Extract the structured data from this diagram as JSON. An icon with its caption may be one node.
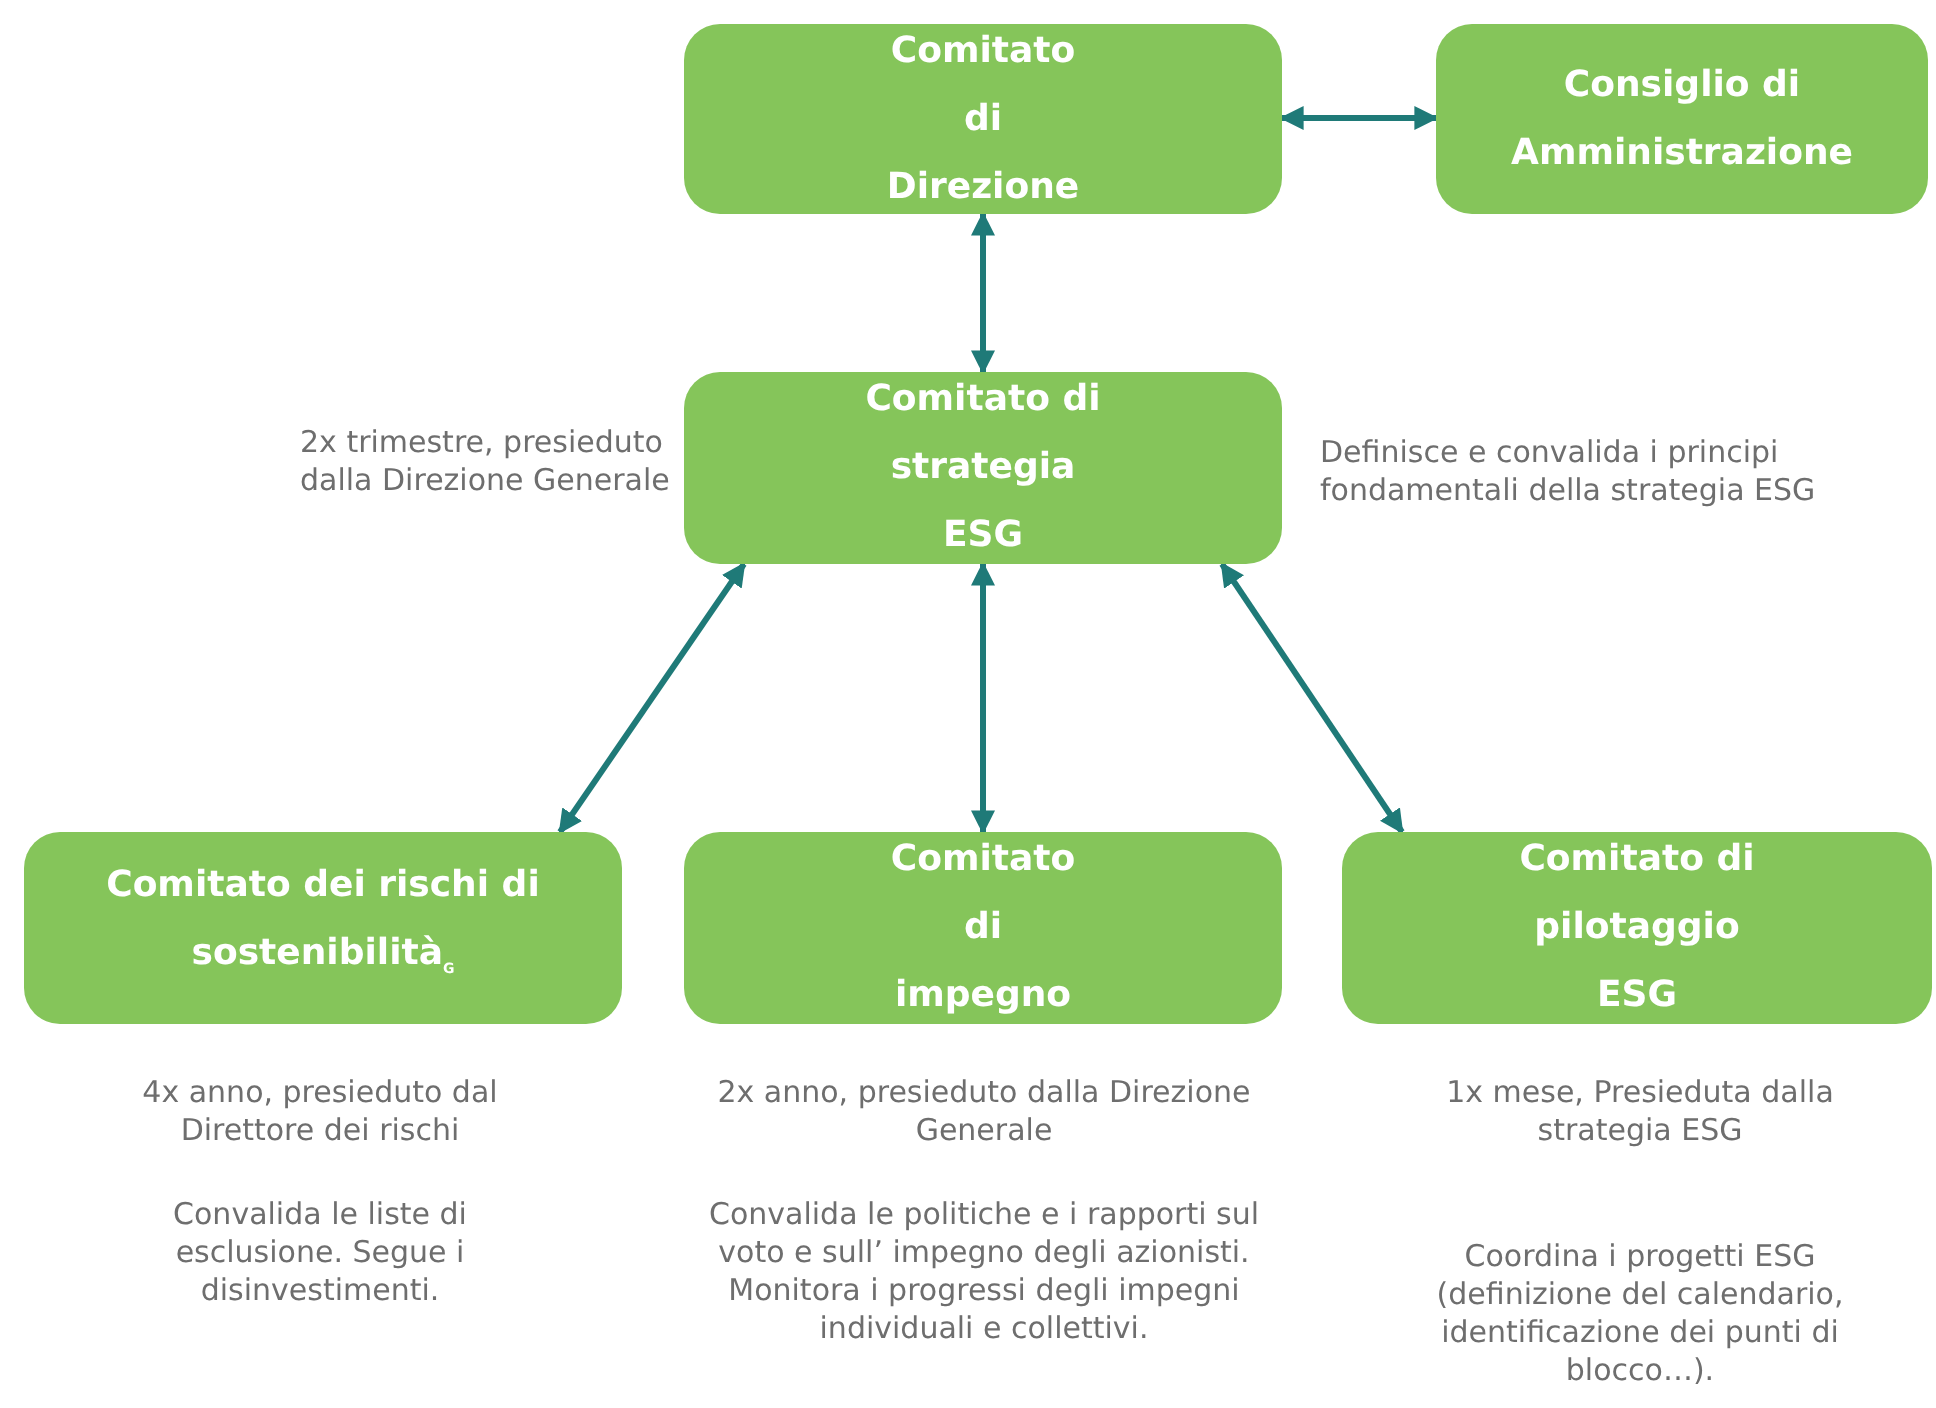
{
  "diagram": {
    "nodes": [
      {
        "text": [
          "Comitato di Direzione"
        ]
      },
      {
        "text": [
          "Consiglio di Amministrazione"
        ]
      },
      {
        "text": [
          "Comitato di strategia ESG"
        ],
        "beside": [
          "2x trimestre, presieduto dalla Direzione Generale",
          "Definisce e convalida i principi fondamentali della strategia ESG"
        ]
      },
      {
        "text": [
          "Comitato dei rischi di sostenibilità$_{G}$"
        ],
        "beside": [
          "4x anno, presieduto dal Direttore dei rischi",
          "Convalida le liste di esclusione. Segue i disinvestimenti."
        ]
      },
      {
        "text": [
          "Comitato di impegno"
        ],
        "beside": [
          "2x anno, presieduto dalla Direzione Generale",
          "Convalida le politiche e i rapporti sul voto e sull’ impegno degli azionisti. Monitora i progressi degli impegni individuali e collettivi."
        ]
      },
      {
        "text": [
          "Comitato di pilotaggio ESG"
        ],
        "beside": [
          "1x mese, Presieduta dalla strategia ESG",
          "Coordina i progetti ESG (definizione del calendario, identificazione dei punti di blocco…)."
        ]
      }
    ],
    "edges": [
      {
        "from": 0,
        "to": 1,
        "arrow": "both"
      },
      {
        "from": 0,
        "to": 2,
        "arrow": "both"
      },
      {
        "from": 2,
        "to": 3,
        "arrow": "both"
      },
      {
        "from": 2,
        "to": 4,
        "arrow": "both"
      },
      {
        "from": 2,
        "to": 5,
        "arrow": "both"
      }
    ]
  }
}
